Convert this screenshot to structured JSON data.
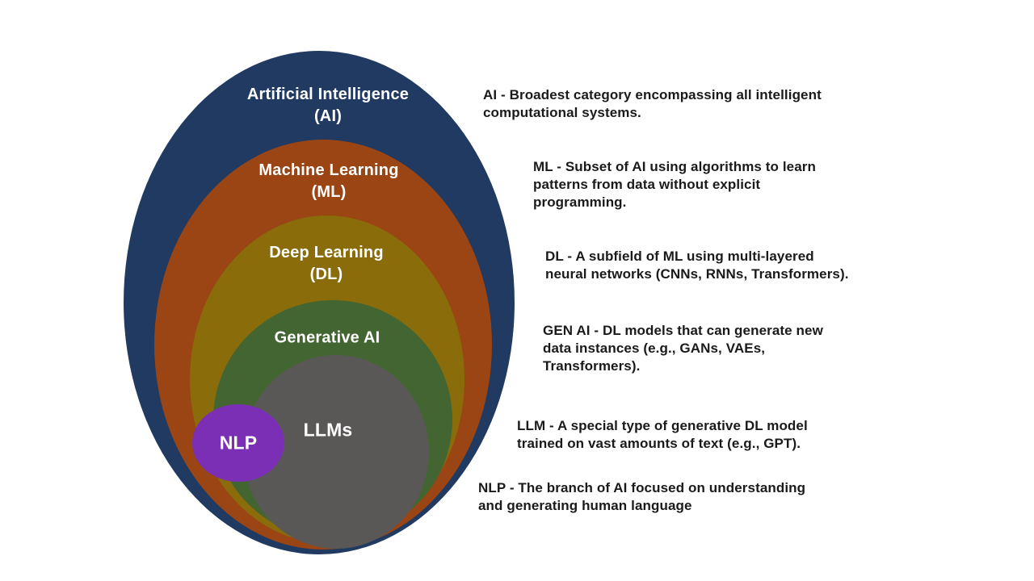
{
  "diagram": {
    "background_color": "#ffffff",
    "label_text_color": "#ffffff",
    "description_text_color": "#1a1a1a",
    "layers": [
      {
        "id": "ai",
        "label": "Artificial Intelligence",
        "sublabel": "(AI)",
        "color": "#203a61",
        "description": "AI - Broadest category encompassing all intelligent\ncomputational systems."
      },
      {
        "id": "ml",
        "label": "Machine Learning",
        "sublabel": "(ML)",
        "color": "#9a4513",
        "description": "ML - Subset of AI using algorithms to learn\npatterns from data without explicit\nprogramming."
      },
      {
        "id": "dl",
        "label": "Deep Learning",
        "sublabel": "(DL)",
        "color": "#8a6c0b",
        "description": "DL - A subfield of ML using multi-layered\nneural networks (CNNs, RNNs, Transformers)."
      },
      {
        "id": "genai",
        "label": "Generative AI",
        "sublabel": "",
        "color": "#436532",
        "description": "GEN AI - DL models that can generate new\ndata instances (e.g., GANs, VAEs,\nTransformers)."
      },
      {
        "id": "llms",
        "label": "LLMs",
        "sublabel": "",
        "color": "#5a5857",
        "description": "LLM - A special type of generative DL model\ntrained on vast amounts of text (e.g., GPT)."
      },
      {
        "id": "nlp",
        "label": "NLP",
        "sublabel": "",
        "color": "#7b2fb5",
        "description": "NLP - The branch of AI focused on understanding\nand generating human language"
      }
    ]
  }
}
